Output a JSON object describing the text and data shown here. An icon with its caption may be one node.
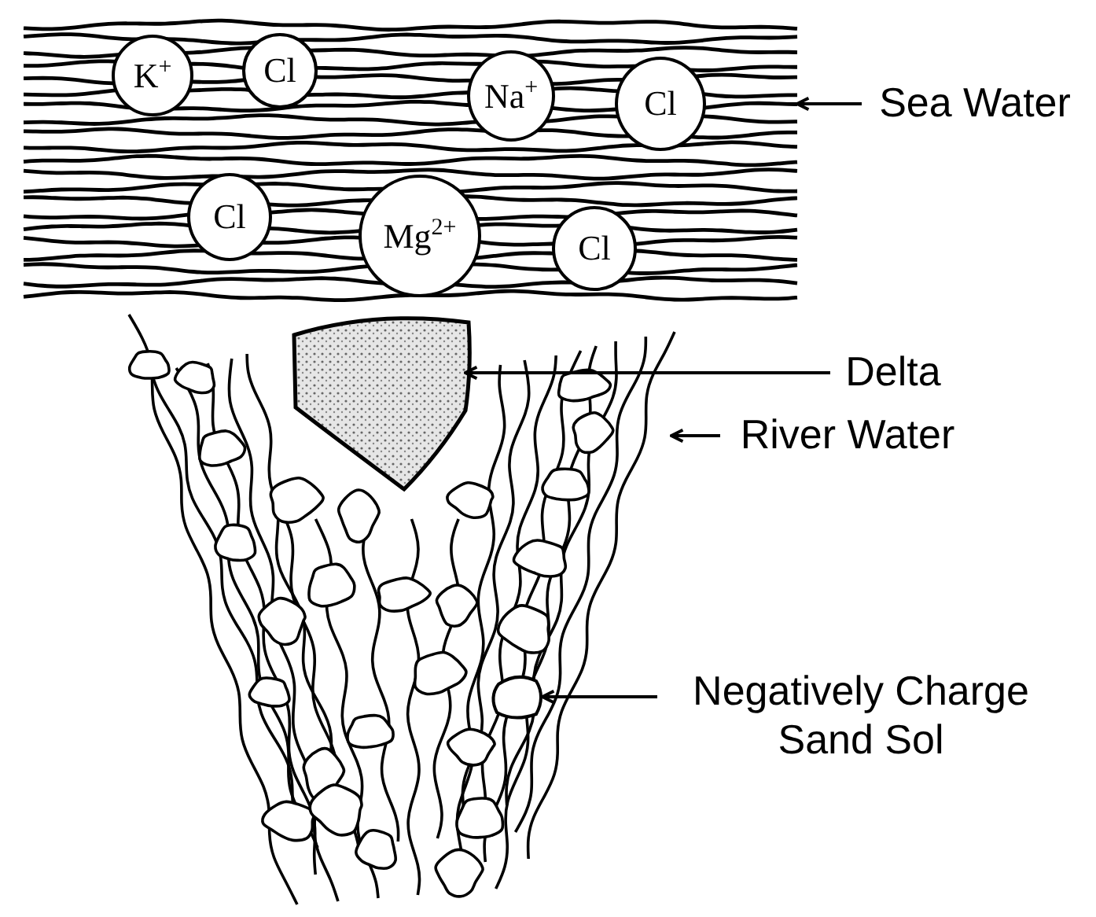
{
  "diagram": {
    "nodes": [
      {
        "text": [],
        "shape": "box"
      },
      {
        "text": [
          "K$^{+}$"
        ],
        "in": 0
      },
      {
        "text": [
          "Cl"
        ],
        "in": 0
      },
      {
        "text": [
          "Na$^{+}$"
        ],
        "in": 0
      },
      {
        "text": [
          "Cl"
        ],
        "in": 0
      },
      {
        "text": [
          "Cl"
        ],
        "in": 0
      },
      {
        "text": [
          "Mg$^{2+}$"
        ],
        "in": 0
      },
      {
        "text": [
          "Cl"
        ],
        "in": 0
      },
      {
        "text": [
          "Sea Water"
        ]
      },
      {
        "text": [],
        "shape": "picture"
      },
      {
        "text": [],
        "shape": "polygon",
        "in": 9
      },
      {
        "text": [
          "Delta"
        ]
      },
      {
        "text": [
          "River Water"
        ]
      },
      {
        "text": [],
        "shape": "circle",
        "in": 9
      },
      {
        "text": [
          "Negatively Charge Sand Sol"
        ]
      }
    ],
    "edges": [
      {
        "from": 8,
        "to": 0,
        "arrow": "to"
      },
      {
        "from": 11,
        "to": 10,
        "arrow": "to"
      },
      {
        "from": 12,
        "to": 9,
        "arrow": "to"
      },
      {
        "from": 14,
        "to": 13,
        "arrow": "to"
      }
    ]
  }
}
